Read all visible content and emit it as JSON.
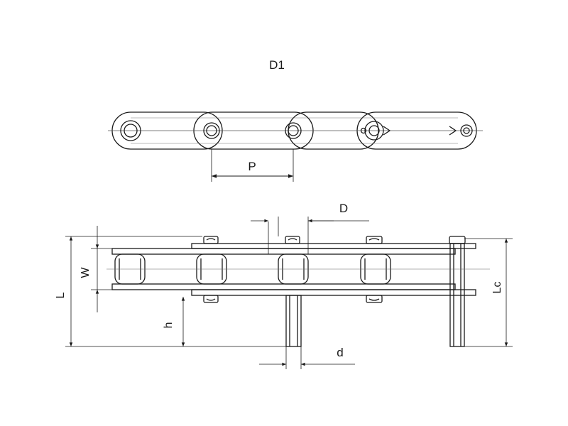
{
  "diagram": {
    "title": "D1",
    "colors": {
      "line": "#1a1a1a",
      "thin": "#555555",
      "background": "#ffffff"
    },
    "dimensions": {
      "pitch": "P",
      "roller_diameter": "D",
      "inner_width": "W",
      "overall_length": "L",
      "attachment_length": "Lc",
      "attachment_height": "h",
      "pin_diameter": "d"
    }
  }
}
